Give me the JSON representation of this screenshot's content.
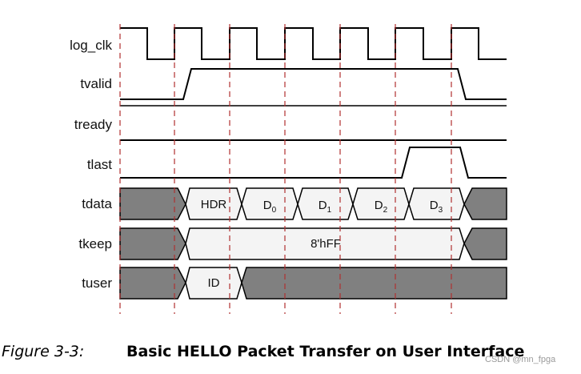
{
  "signals": {
    "clk": "log_clk",
    "tvalid": "tvalid",
    "tready": "tready",
    "tlast": "tlast",
    "tdata": "tdata",
    "tkeep": "tkeep",
    "tuser": "tuser"
  },
  "tdata_values": {
    "hdr": "HDR",
    "d0": "D",
    "d0_sub": "0",
    "d1": "D",
    "d1_sub": "1",
    "d2": "D",
    "d2_sub": "2",
    "d3": "D",
    "d3_sub": "3"
  },
  "tkeep_value": "8'hFF",
  "tuser_value": "ID",
  "caption": {
    "label": "Figure 3-3:",
    "title": "Basic HELLO Packet Transfer on User Interface"
  },
  "watermark": "CSDN @mn_fpga",
  "colors": {
    "bus_fill": "#808080",
    "data_fill": "#f4f4f4",
    "line": "#000000",
    "marker": "#b03030"
  }
}
